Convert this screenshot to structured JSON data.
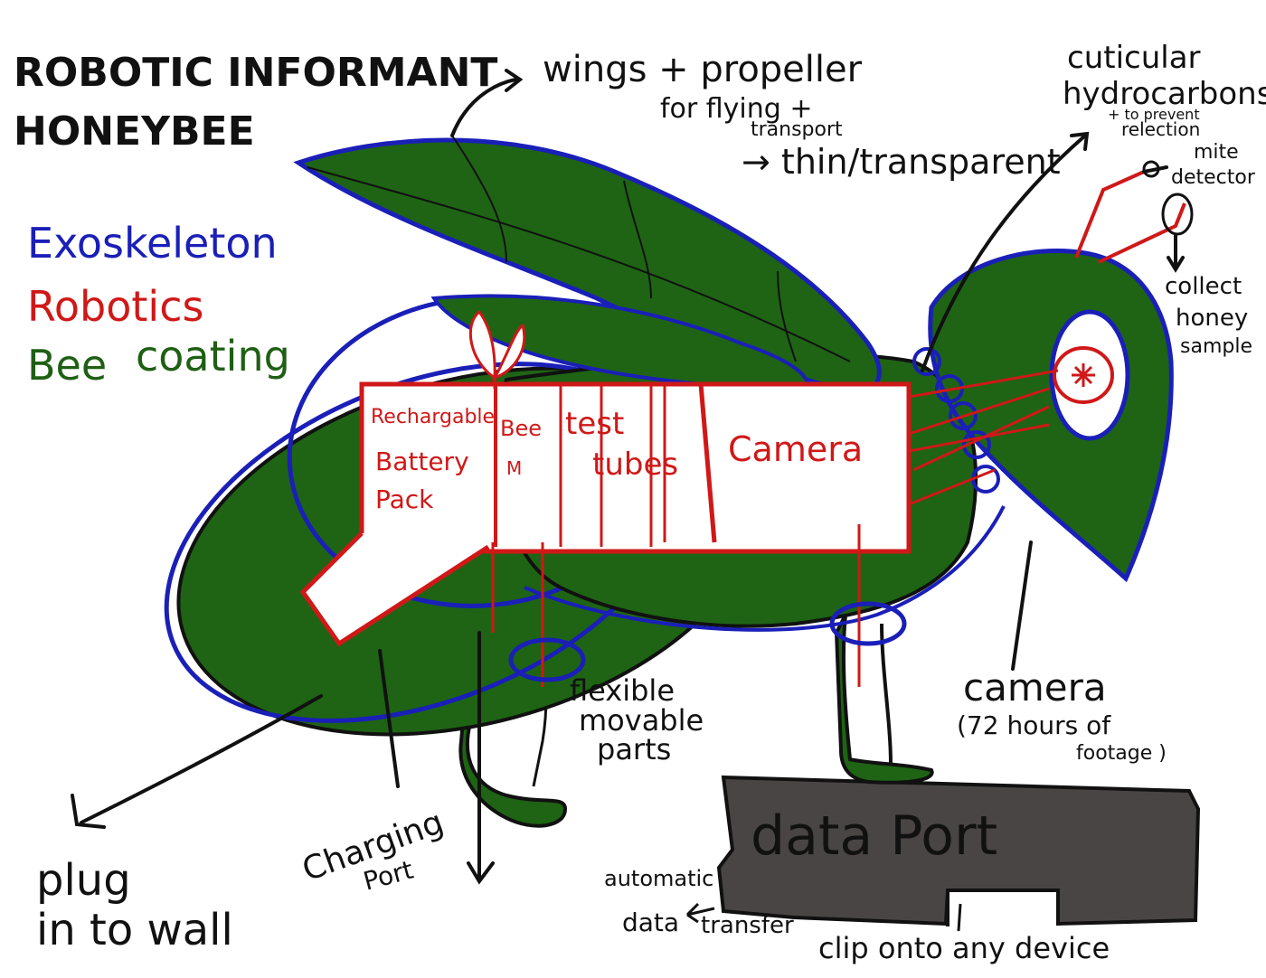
{
  "title": {
    "line1": "ROBOTIC INFORMANT",
    "line2": "HONEYBEE"
  },
  "legend": {
    "exoskeleton": "Exoskeleton",
    "robotics": "Robotics",
    "coating_word1": "Bee",
    "coating_word2": "coating"
  },
  "colors": {
    "exoskeleton": "#1a1fb8",
    "robotics": "#d01818",
    "coating": "#1f5f14",
    "body_fill": "#1e6414",
    "ink": "#111111",
    "port_fill": "#4a4545"
  },
  "compartments": {
    "battery": [
      "Rechargable",
      "Battery",
      "Pack"
    ],
    "bee": "Bee",
    "bee_sub": "M",
    "test_tubes": [
      "test",
      "tubes"
    ],
    "camera": "Camera"
  },
  "annotations": {
    "wings": [
      "wings + propeller",
      "for flying +",
      "transport",
      "→ thin/transparent"
    ],
    "cuticular": [
      "cuticular",
      "hydrocarbons",
      "+ to prevent",
      "relection"
    ],
    "mite": [
      "mite",
      "detector"
    ],
    "collect": [
      "collect",
      "honey",
      "sample"
    ],
    "flexible": [
      "flexible",
      "movable",
      "parts"
    ],
    "camera_footage": [
      "camera",
      "(72 hours of",
      "footage )"
    ],
    "data_port": "data Port",
    "automatic": [
      "automatic",
      "data",
      "transfer"
    ],
    "clip": "clip onto any device",
    "charging": [
      "Charging",
      "Port"
    ],
    "plug": [
      "plug",
      "in to wall"
    ]
  }
}
